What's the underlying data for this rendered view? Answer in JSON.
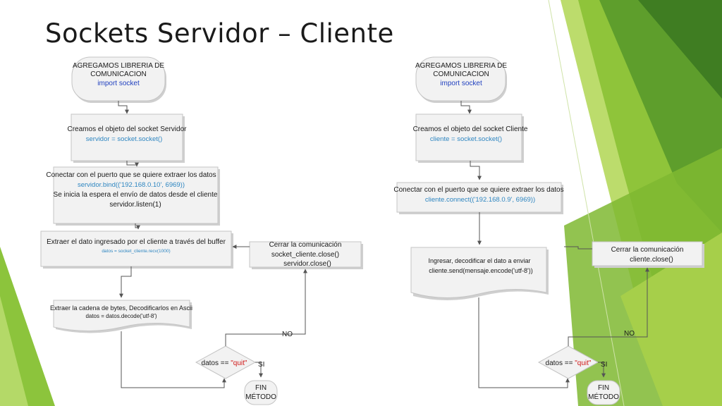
{
  "slide": {
    "title": "Sockets Servidor – Cliente"
  },
  "server": {
    "start": {
      "line1": "AGREGAMOS LIBRERIA DE",
      "line2": "COMUNICACION",
      "code": "import socket"
    },
    "create": {
      "text": "Creamos el objeto  del socket  Servidor",
      "code": "servidor = socket.socket()"
    },
    "connect": {
      "line1": "Conectar con el puerto que se quiere extraer los datos",
      "code": "servidor.bind(('192.168.0.10', 6969))",
      "line3": "Se inicia la espera el envío de datos desde el cliente",
      "code2": "servidor.listen(1)"
    },
    "extract": {
      "text": "Extraer el dato ingresado por el cliente a través del buffer",
      "code": "datos = socket_cliente.recv(1000)"
    },
    "decode": {
      "text": "Extraer la cadena de bytes, Decodificarlos en Ascii",
      "code": "datos = datos.decode('utf-8')"
    },
    "close": {
      "line1": "Cerrar la comunicación",
      "line2": "socket_cliente.close()",
      "line3": "servidor.close()"
    },
    "decision": {
      "prefix": "datos == ",
      "value": "\"quit\""
    },
    "no_label": "NO",
    "yes_label": "SI",
    "end": {
      "line1": "FIN",
      "line2": "MÉTODO"
    }
  },
  "client": {
    "start": {
      "line1": "AGREGAMOS LIBRERIA DE",
      "line2": "COMUNICACION",
      "code": "import socket"
    },
    "create": {
      "text": "Creamos el objeto  del socket  Cliente",
      "code": "cliente = socket.socket()"
    },
    "connect": {
      "line1": "Conectar con el puerto que se quiere extraer los datos",
      "code": "cliente.connect(('192.168.0.9', 6969))"
    },
    "input": {
      "line1": "Ingresar, decodificar el dato a enviar",
      "line2": "cliente.send(mensaje.encode('utf-8'))"
    },
    "close": {
      "line1": "Cerrar la comunicación",
      "line2": "cliente.close()"
    },
    "decision": {
      "prefix": "datos == ",
      "value": "\"quit\""
    },
    "no_label": "NO",
    "yes_label": "SI",
    "end": {
      "line1": "FIN",
      "line2": "MÉTODO"
    }
  },
  "colors": {
    "green_dark": "#5a9a2a",
    "green_mid": "#7ab52e",
    "green_light": "#a8d04a",
    "code_blue": "#1f3fbf",
    "code_cyan": "#2e86c1",
    "quit_red": "#d01818"
  }
}
